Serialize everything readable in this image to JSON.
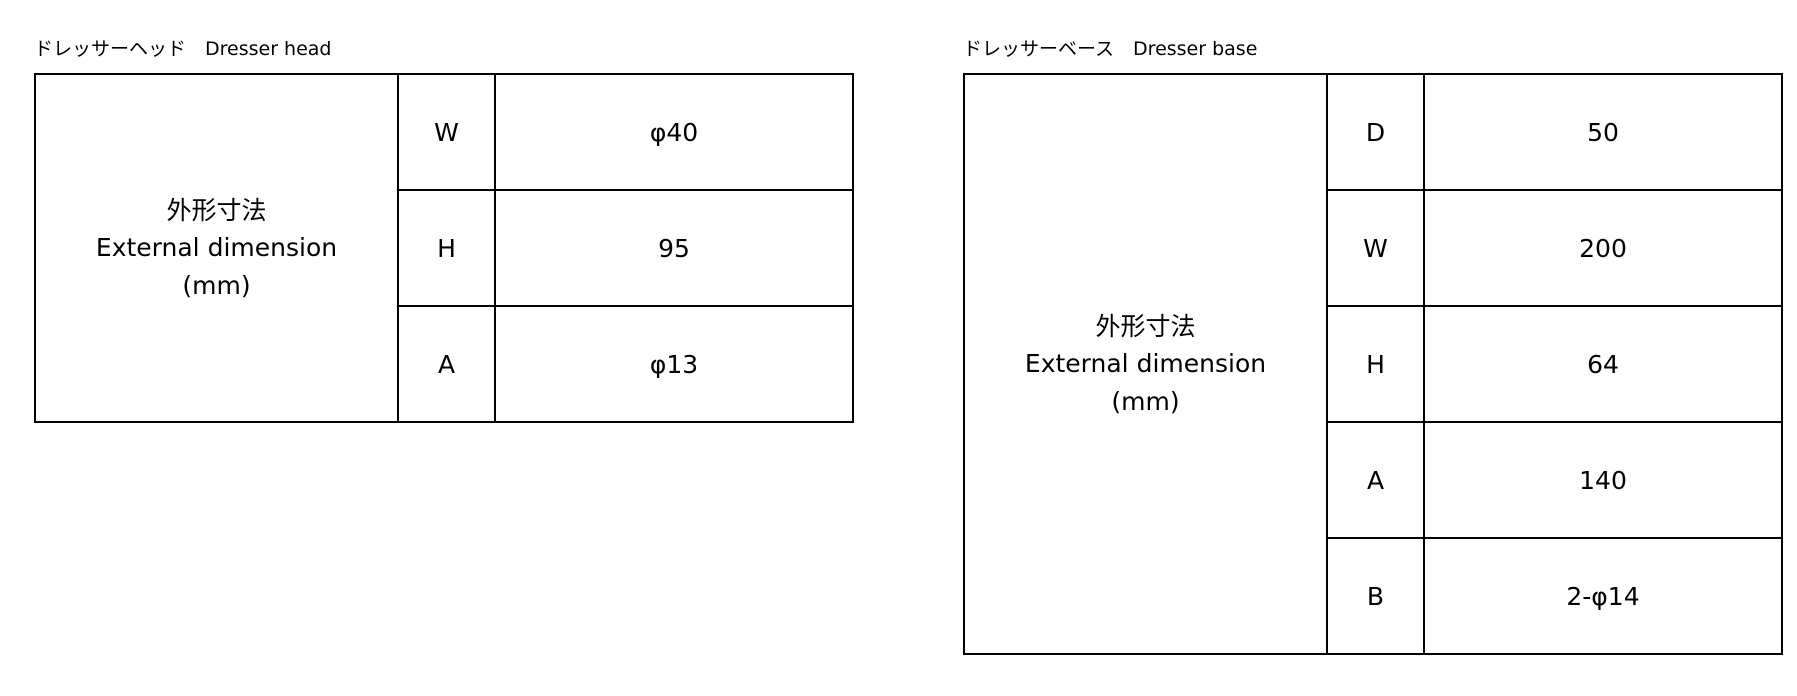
{
  "head": {
    "title": "ドレッサーヘッド　Dresser head",
    "label_jp": "外形寸法",
    "label_en": "External dimension",
    "label_unit": "(mm)",
    "rows": [
      {
        "key": "W",
        "value": "φ40"
      },
      {
        "key": "H",
        "value": "95"
      },
      {
        "key": "A",
        "value": "φ13"
      }
    ]
  },
  "base": {
    "title": "ドレッサーベース　Dresser base",
    "label_jp": "外形寸法",
    "label_en": "External dimension",
    "label_unit": "(mm)",
    "rows": [
      {
        "key": "D",
        "value": "50"
      },
      {
        "key": "W",
        "value": "200"
      },
      {
        "key": "H",
        "value": "64"
      },
      {
        "key": "A",
        "value": "140"
      },
      {
        "key": "B",
        "value": "2-φ14"
      }
    ]
  }
}
